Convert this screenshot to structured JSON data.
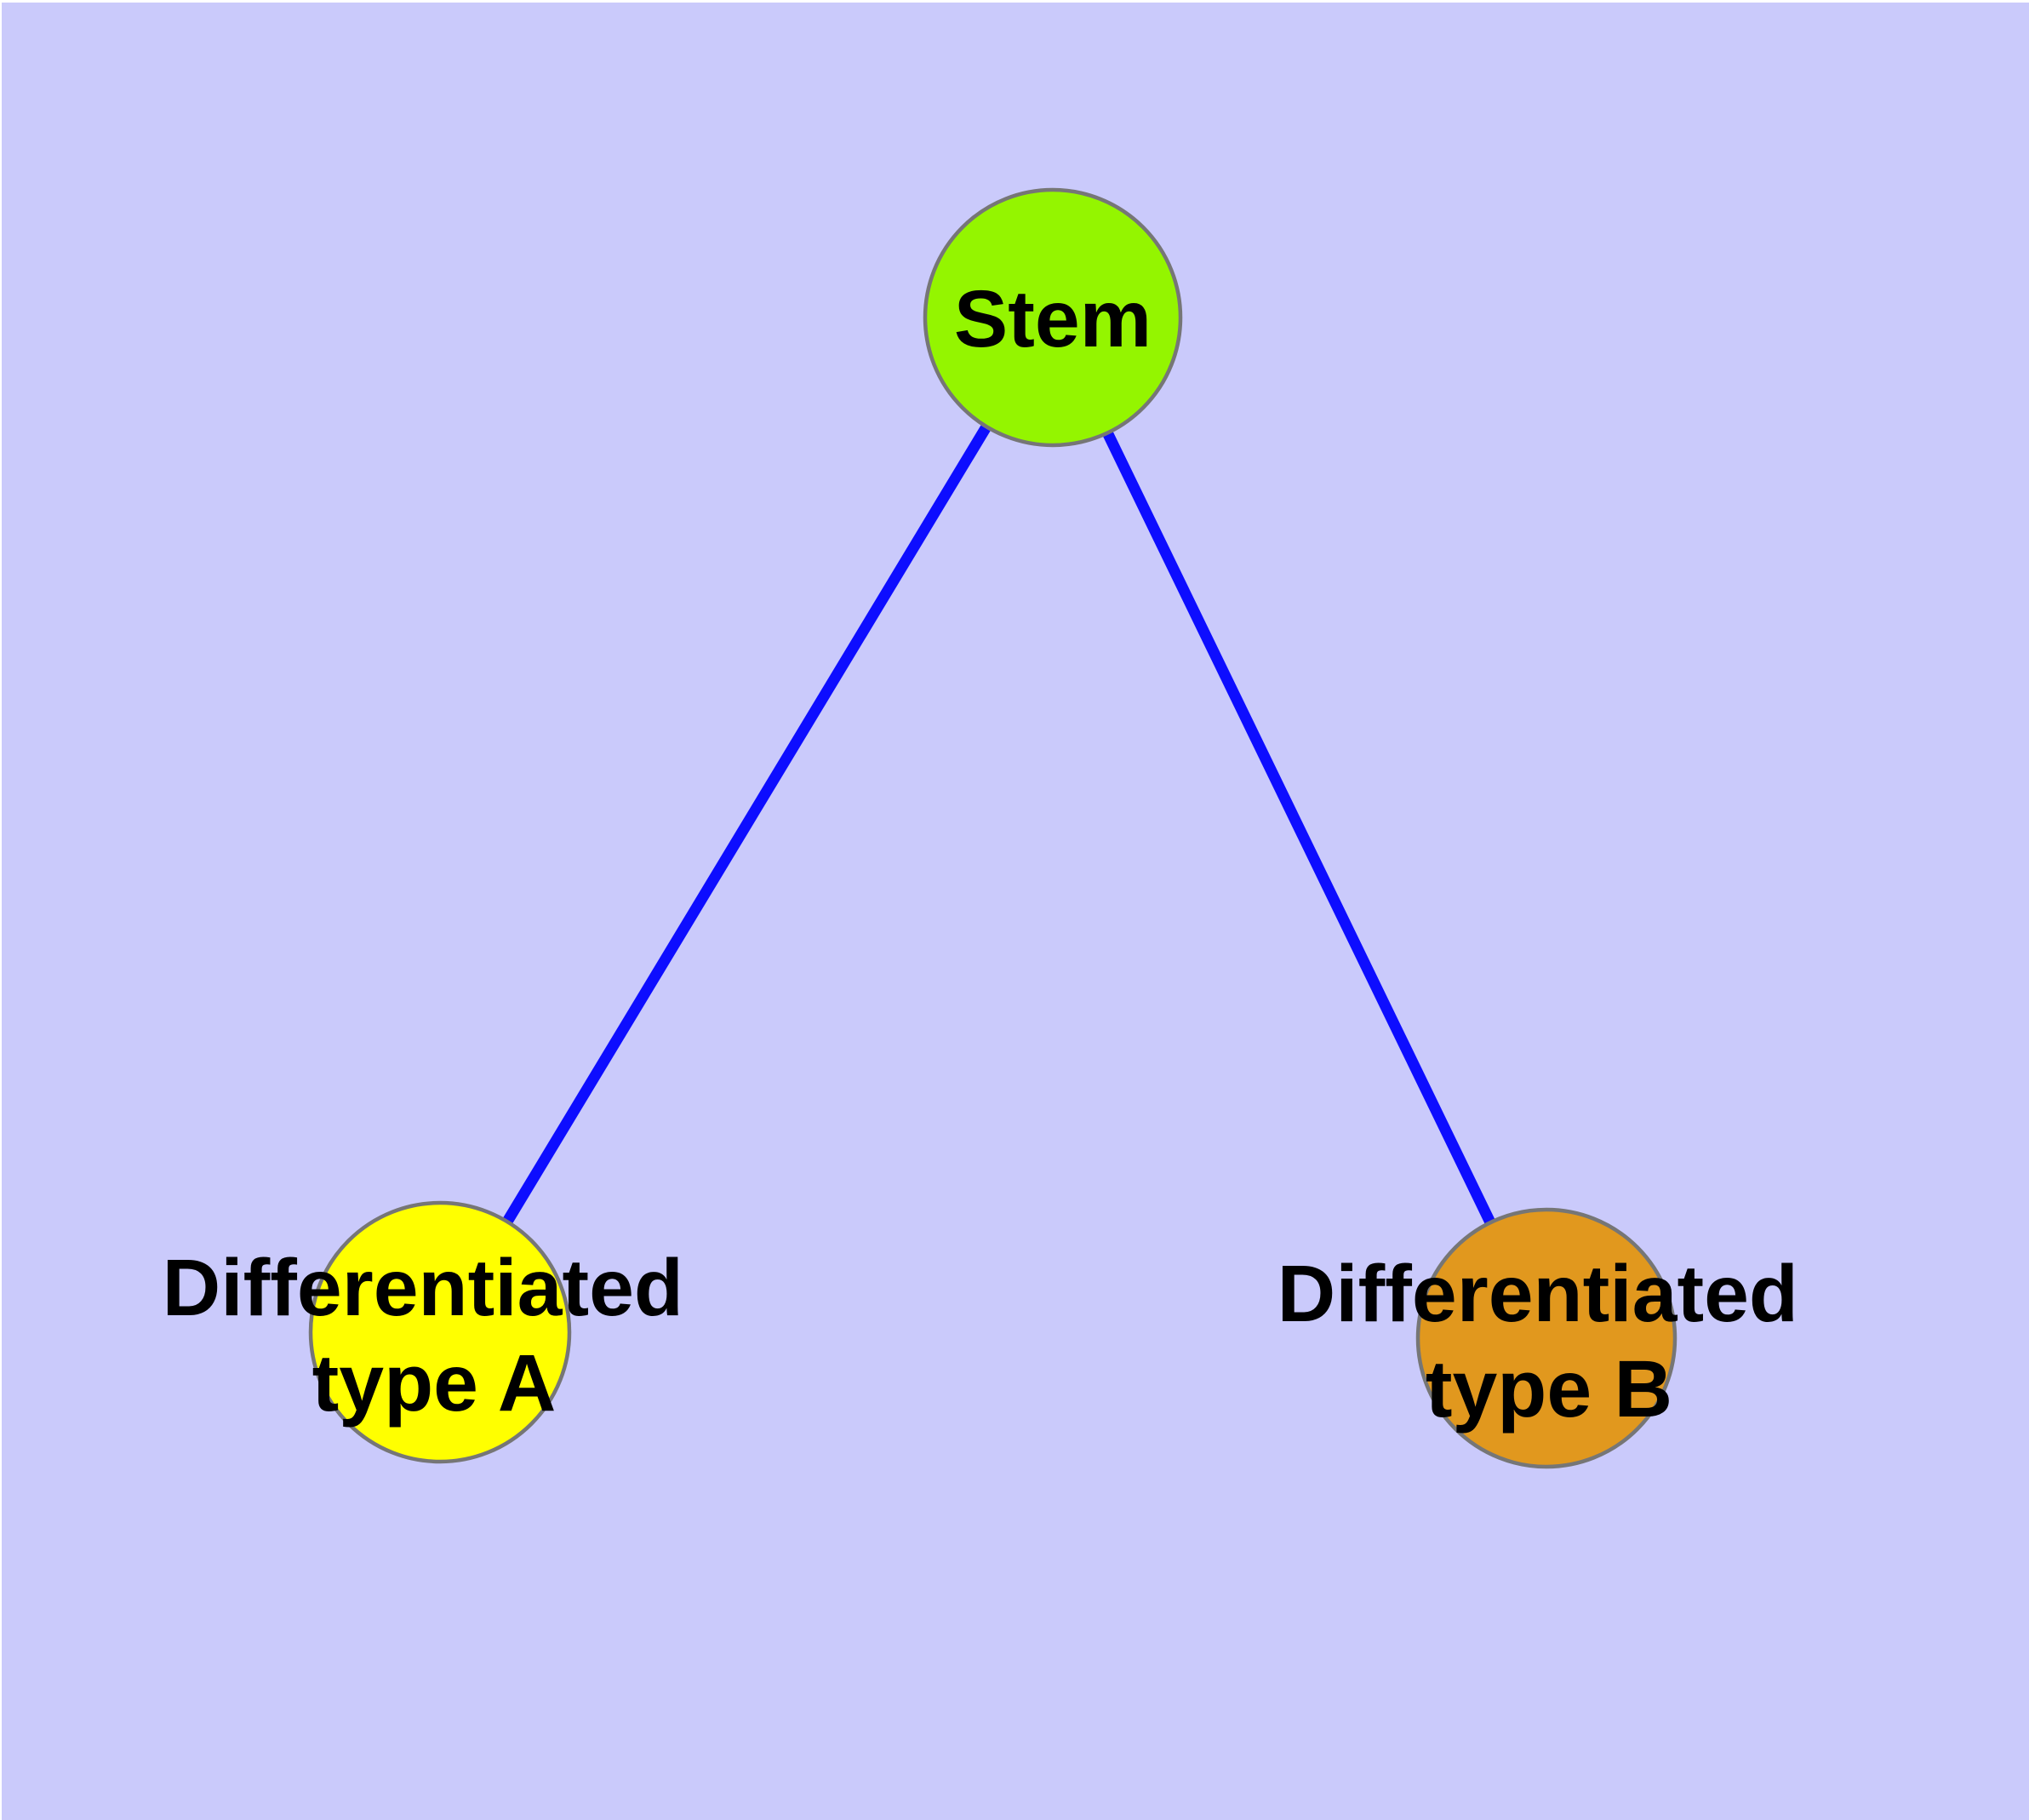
{
  "canvas": {
    "background_color": "#CACAFB",
    "frame_color": "#FFFFFF"
  },
  "graph": {
    "type": "node-link-tree",
    "edge_color": "#0D0DFF",
    "node_border_color": "#767676",
    "label_color": "#000000",
    "nodes": {
      "stem": {
        "label": "Stem",
        "fill": "#94F500"
      },
      "type_a": {
        "label_line1": "Differentiated",
        "label_line2": "type A",
        "fill": "#FFFF00"
      },
      "type_b": {
        "label_line1": "Differentiated",
        "label_line2": "type B",
        "fill": "#E1981E"
      }
    },
    "edges": [
      {
        "from": "Stem",
        "to": "Differentiated type A"
      },
      {
        "from": "Stem",
        "to": "Differentiated type B"
      }
    ]
  }
}
